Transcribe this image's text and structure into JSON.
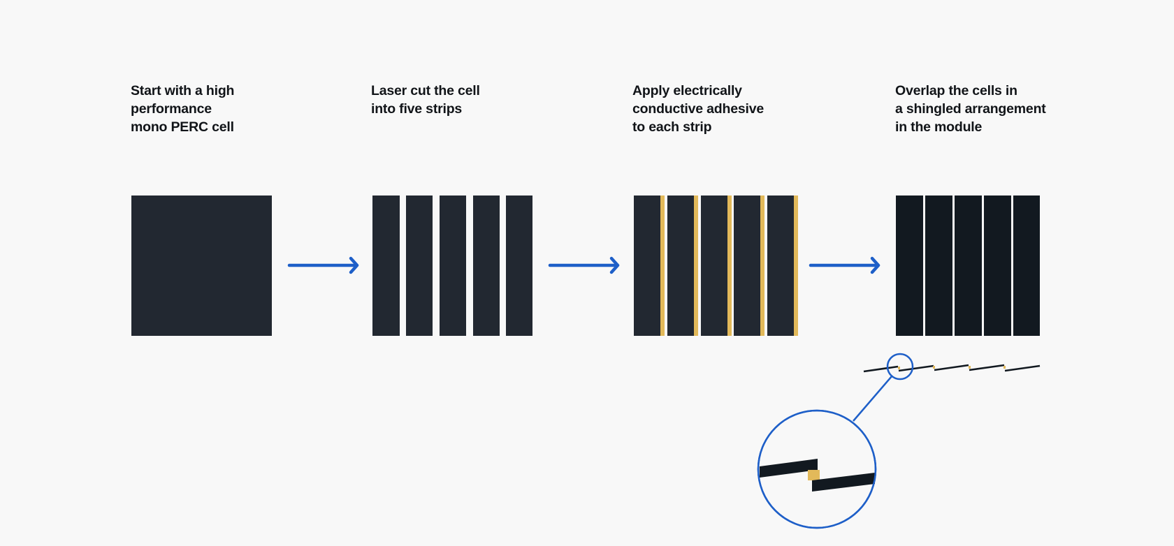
{
  "steps": [
    {
      "lines": [
        "Start with a high",
        "performance",
        "mono PERC cell"
      ]
    },
    {
      "lines": [
        "Laser cut the cell",
        "into five strips"
      ]
    },
    {
      "lines": [
        "Apply electrically",
        "conductive adhesive",
        "to each strip"
      ]
    },
    {
      "lines": [
        "Overlap the cells in",
        "a shingled arrangement",
        "in the module"
      ]
    }
  ],
  "colors": {
    "background": "#f8f8f8",
    "cell": "#222831",
    "module_strip": "#121920",
    "adhesive": "#e2b95a",
    "arrow": "#1e5fc8",
    "text": "#111418"
  },
  "icons": [
    "arrow-right-icon",
    "magnifier-circle-icon"
  ]
}
